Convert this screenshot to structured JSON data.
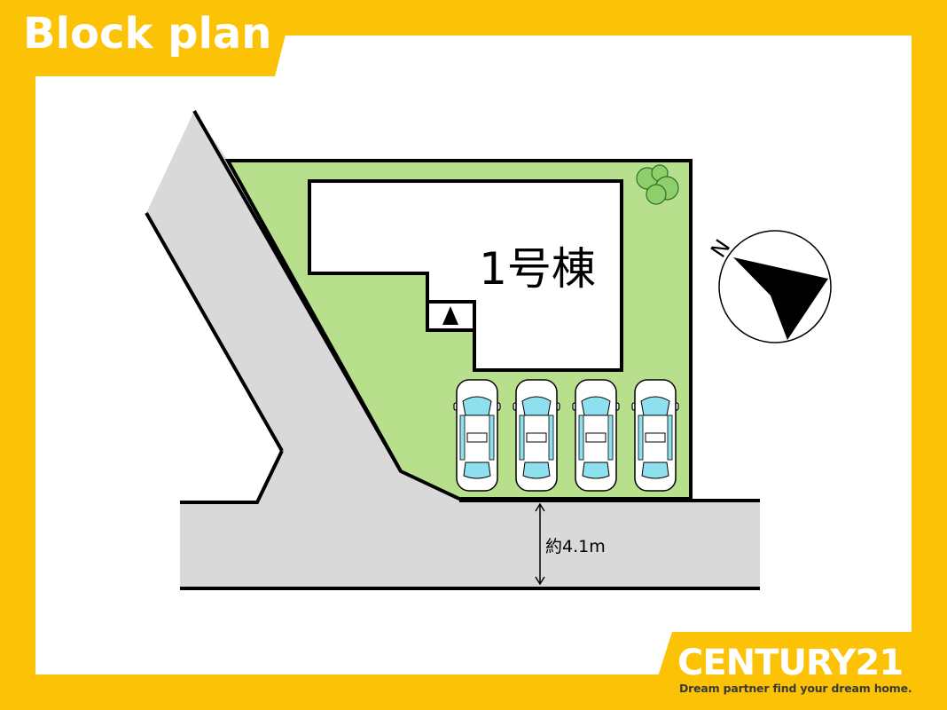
{
  "header": {
    "title": "Block plan"
  },
  "plan": {
    "building_label": "1号棟",
    "road_width_label": "約4.1m",
    "compass_letter": "N",
    "parking_spaces": 4
  },
  "brand": {
    "name": "CENTURY21",
    "tagline": "Dream partner find your dream home."
  },
  "colors": {
    "frame": "#fcc205",
    "lot": "#b8e08c",
    "road": "#d9d9d9",
    "car_window": "#8fe0ef"
  }
}
